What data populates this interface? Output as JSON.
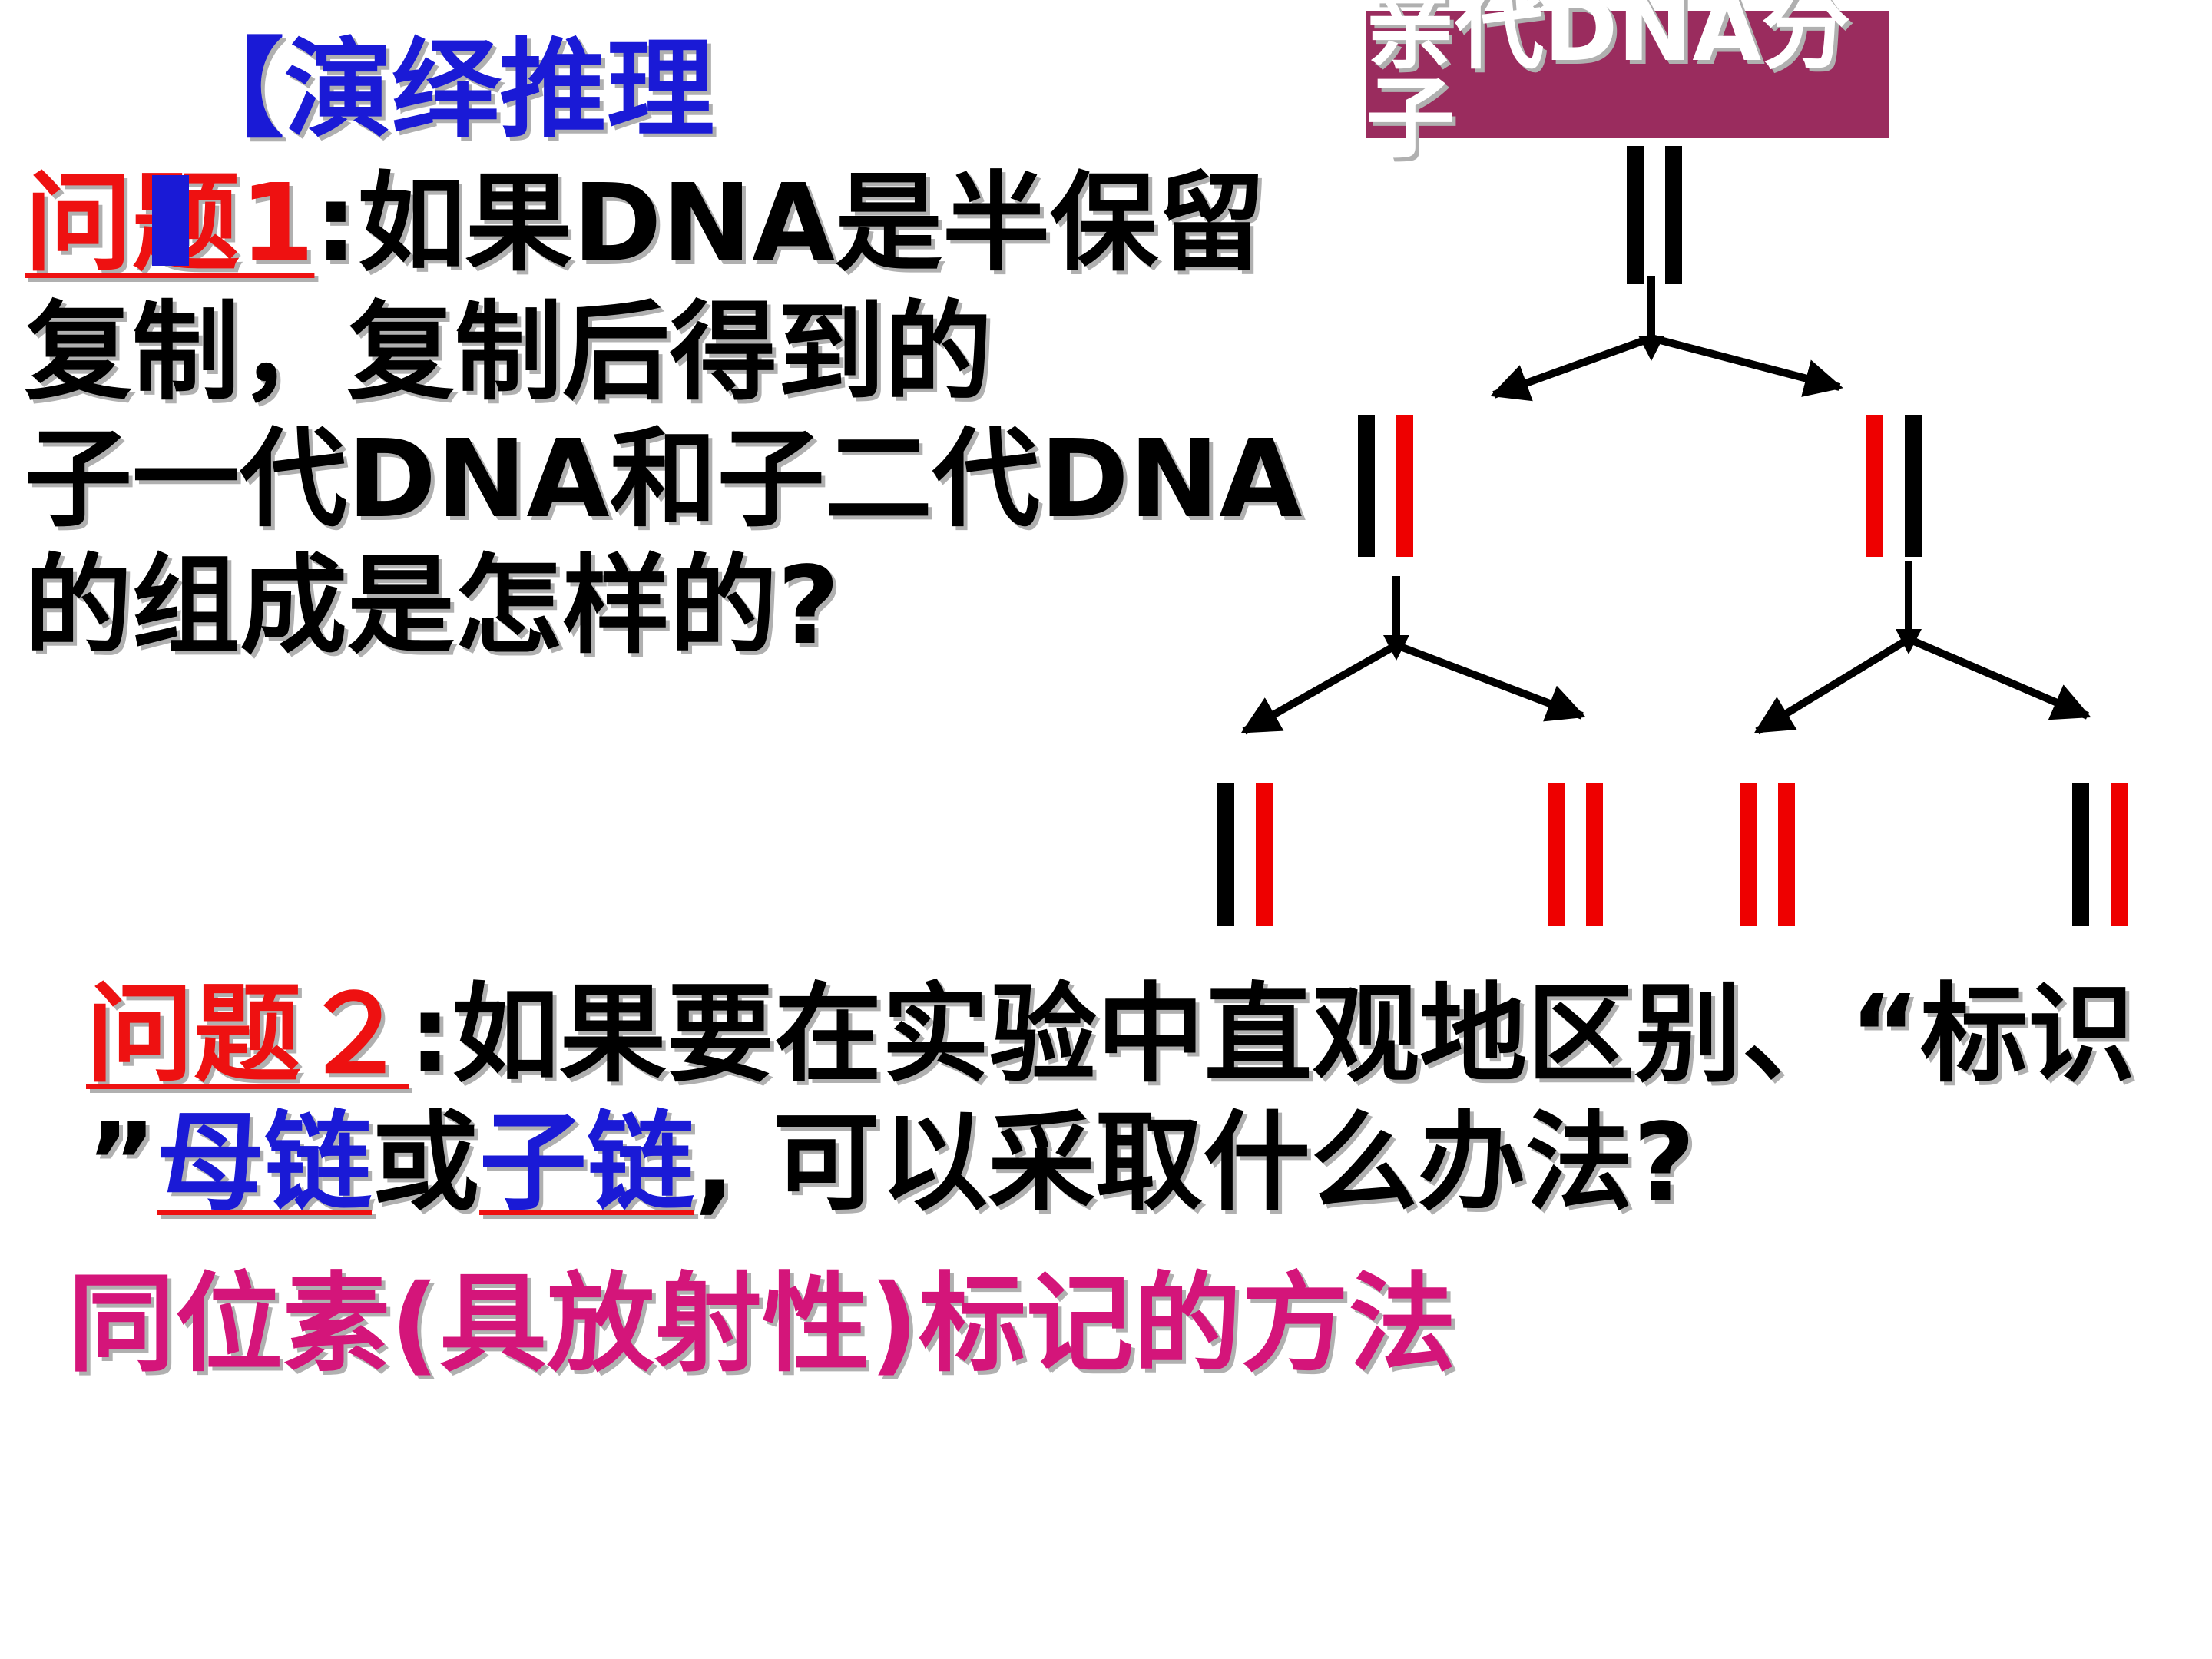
{
  "title": "【演绎推理",
  "question1": {
    "label": "问题1",
    "colon": ":",
    "line1": "如果DNA是半保留",
    "line2": "复制，复制后得到的",
    "line3": "子一代DNA和子二代DNA",
    "line4": "的组成是怎样的?"
  },
  "diagram": {
    "parent_label": "亲代DNA分子",
    "strand_colors": {
      "old": "#000000",
      "new": "#ee0000"
    },
    "generations": [
      {
        "name": "parent",
        "molecules": [
          [
            "old",
            "old"
          ]
        ]
      },
      {
        "name": "generation-1",
        "molecules": [
          [
            "old",
            "new"
          ],
          [
            "new",
            "old"
          ]
        ]
      },
      {
        "name": "generation-2",
        "molecules": [
          [
            "old",
            "new"
          ],
          [
            "new",
            "new"
          ],
          [
            "new",
            "new"
          ],
          [
            "old",
            "new"
          ]
        ]
      }
    ]
  },
  "question2": {
    "label": "问题２",
    "colon": ":",
    "line1": "如果要在实验中直观地区别、“标识",
    "quote_close": "”",
    "mother_chain": "母链",
    "or_text": "或",
    "daughter_chain": "子链",
    "rest": ", 可以采取什么办法?"
  },
  "answer": "同位素(具放射性)标记的方法"
}
